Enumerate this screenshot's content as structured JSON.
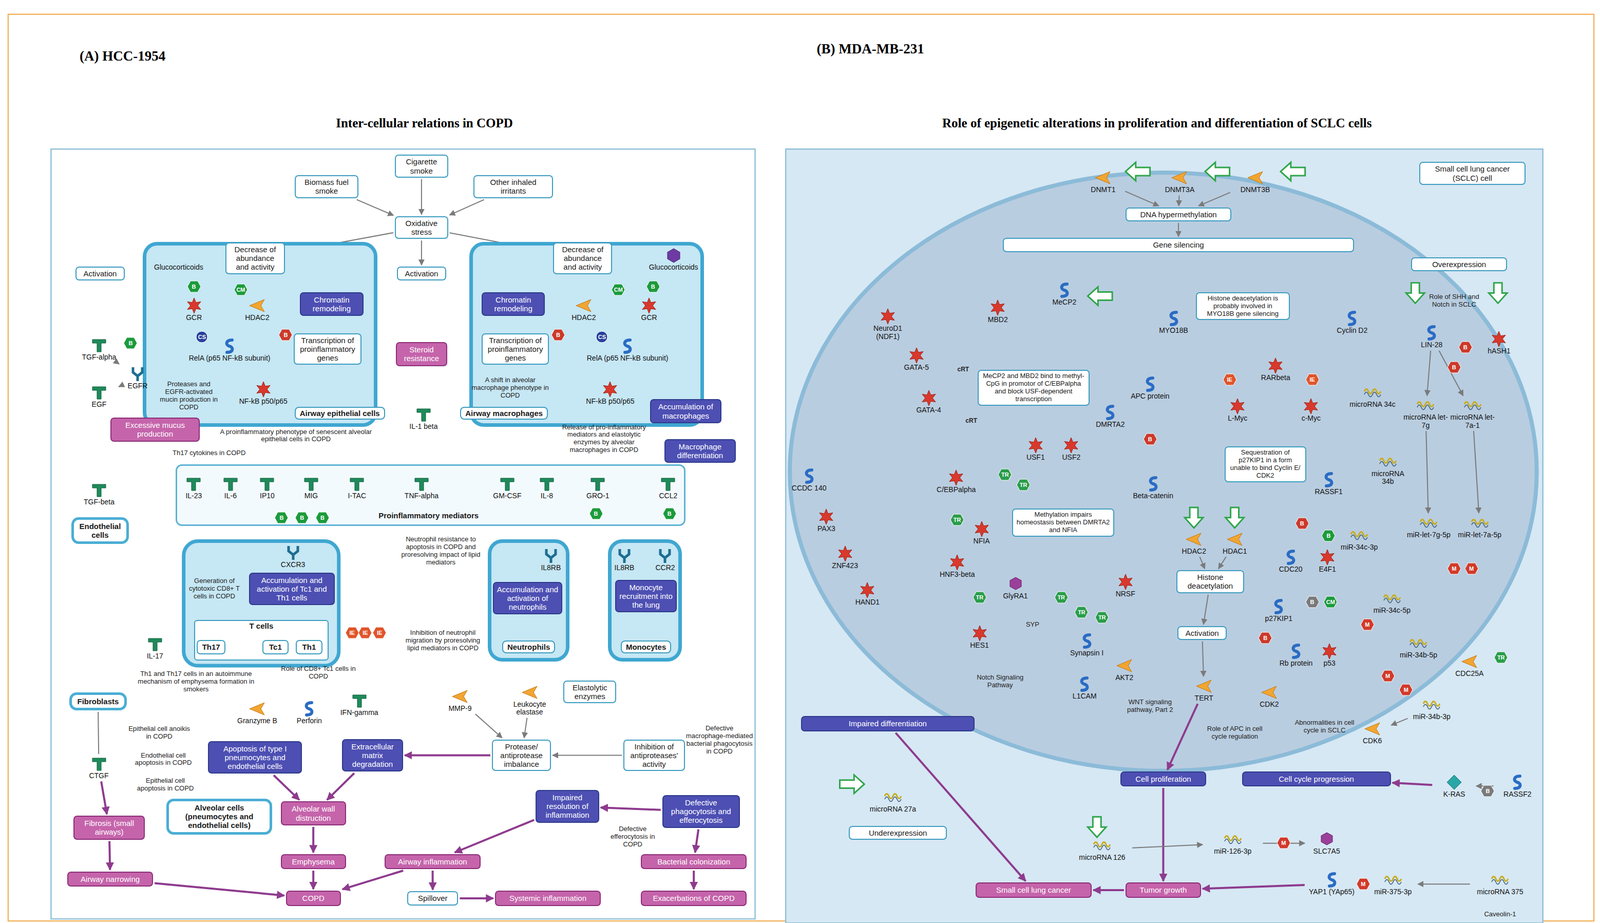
{
  "diagram": {
    "nodes": [
      {
        "text": [
          "Biomass fuel smoke"
        ]
      },
      {
        "text": [
          "Cigarette smoke"
        ]
      },
      {
        "text": [
          "Other inhaled irritants"
        ]
      },
      {
        "text": [
          "Oxidative stress"
        ]
      },
      {
        "text": [
          "Activation"
        ]
      },
      {
        "text": [
          "Activation"
        ]
      },
      {
        "text": [
          "Glucocorticoids"
        ]
      },
      {
        "text": [
          "Airway epithelial cells"
        ]
      },
      {
        "text": [
          "Decrease of abundance and activity"
        ],
        "in": 7
      },
      {
        "text": [
          "Chromatin remodeling"
        ],
        "in": 7
      },
      {
        "text": [
          "GCR"
        ],
        "in": 7
      },
      {
        "text": [
          "HDAC2"
        ],
        "in": 7
      },
      {
        "text": [
          "Transcription of proinflammatory genes"
        ],
        "in": 7
      },
      {
        "text": [
          "RelA (p65 NF-kB subunit)"
        ],
        "in": 7
      },
      {
        "text": [
          "NF-kB p50/p65"
        ],
        "in": 7
      },
      {
        "text": [
          "Proteases and EGFR-activated mucin production in COPD"
        ],
        "in": 7
      },
      {
        "text": [
          "Steroid resistance"
        ]
      },
      {
        "text": [
          "Airway macrophages"
        ]
      },
      {
        "text": [
          "Decrease of abundance and activity"
        ],
        "in": 17
      },
      {
        "text": [
          "Chromatin remodeling"
        ],
        "in": 17
      },
      {
        "text": [
          "HDAC2"
        ],
        "in": 17
      },
      {
        "text": [
          "GCR"
        ],
        "in": 17
      },
      {
        "text": [
          "Transcription of proinflammatory genes"
        ],
        "in": 17
      },
      {
        "text": [
          "RelA (p65 NF-kB subunit)"
        ],
        "in": 17
      },
      {
        "text": [
          "NF-kB p50/p65"
        ],
        "in": 17
      },
      {
        "text": [
          "Glucocorticoids"
        ]
      },
      {
        "text": [
          "TGF-alpha"
        ]
      },
      {
        "text": [
          "EGF"
        ]
      },
      {
        "text": [
          "EGFR"
        ]
      },
      {
        "text": [
          "Excessive mucus production"
        ]
      },
      {
        "text": [
          "Th17 cytokines in COPD"
        ]
      },
      {
        "text": [
          "A proinflammatory phenotype of senescent alveolar epithelial cells in COPD"
        ]
      },
      {
        "text": [
          "IL-1 beta"
        ]
      },
      {
        "text": [
          "A shift in alveolar macrophage phenotype in COPD"
        ]
      },
      {
        "text": [
          "Release of pro-inflammatory mediators and elastolytic enzymes by alveolar macrophages in COPD"
        ]
      },
      {
        "text": [
          "Accumulation of macrophages"
        ]
      },
      {
        "text": [
          "Macrophage differentiation"
        ]
      },
      {
        "text": [
          "Proinflammatory mediators"
        ]
      },
      {
        "text": [
          "IL-23"
        ],
        "in": 37
      },
      {
        "text": [
          "IL-6"
        ],
        "in": 37
      },
      {
        "text": [
          "IP10"
        ],
        "in": 37
      },
      {
        "text": [
          "MIG"
        ],
        "in": 37
      },
      {
        "text": [
          "I-TAC"
        ],
        "in": 37
      },
      {
        "text": [
          "TNF-alpha"
        ],
        "in": 37
      },
      {
        "text": [
          "GM-CSF"
        ],
        "in": 37
      },
      {
        "text": [
          "IL-8"
        ],
        "in": 37
      },
      {
        "text": [
          "GRO-1"
        ],
        "in": 37
      },
      {
        "text": [
          "CCL2"
        ],
        "in": 37
      },
      {
        "text": [
          "TGF-beta"
        ]
      },
      {
        "text": [
          "Endothelial cells"
        ]
      },
      {
        "text": [
          "T cells"
        ]
      },
      {
        "text": [
          "Th17"
        ],
        "in": 50
      },
      {
        "text": [
          "Tc1"
        ],
        "in": 50
      },
      {
        "text": [
          "Th1"
        ],
        "in": 50
      },
      {
        "text": [
          "CXCR3"
        ]
      },
      {
        "text": [
          "Generation of cytotoxic CD8+ T cells in COPD"
        ]
      },
      {
        "text": [
          "Accumulation and activation of Tc1 and Th1 cells"
        ]
      },
      {
        "text": [
          "IL-17"
        ]
      },
      {
        "text": [
          "Th1 and Th17 cells in an autoimmune mechanism of emphysema formation in smokers"
        ]
      },
      {
        "text": [
          "Role of CD8+ Tc1 cells in COPD"
        ]
      },
      {
        "text": [
          "Granzyme B"
        ]
      },
      {
        "text": [
          "Perforin"
        ]
      },
      {
        "text": [
          "IFN-gamma"
        ]
      },
      {
        "text": [
          "Neutrophil resistance to apoptosis in COPD and proresolving impact of lipid mediators"
        ]
      },
      {
        "text": [
          "Neutrophils"
        ]
      },
      {
        "text": [
          "IL8RB"
        ],
        "in": 64
      },
      {
        "text": [
          "Accumulation and activation of neutrophils"
        ],
        "in": 64
      },
      {
        "text": [
          "Monocytes"
        ]
      },
      {
        "text": [
          "IL8RB"
        ],
        "in": 67
      },
      {
        "text": [
          "CCR2"
        ],
        "in": 67
      },
      {
        "text": [
          "Monocyte recruitment into the lung"
        ],
        "in": 67
      },
      {
        "text": [
          "Inhibition of neutrophil migration by proresolving lipid mediators in COPD"
        ]
      },
      {
        "text": [
          "Fibroblasts"
        ]
      },
      {
        "text": [
          "MMP-9"
        ]
      },
      {
        "text": [
          "Leukocyte elastase"
        ]
      },
      {
        "text": [
          "Elastolytic enzymes"
        ]
      },
      {
        "text": [
          "Defective macrophage-mediated bacterial phagocytosis in COPD"
        ]
      },
      {
        "text": [
          "Epithelial cell anoikis in COPD"
        ]
      },
      {
        "text": [
          "Endothelial cell apoptosis in COPD"
        ]
      },
      {
        "text": [
          "Epithelial cell apoptosis in COPD"
        ]
      },
      {
        "text": [
          "CTGF"
        ]
      },
      {
        "text": [
          "Apoptosis of type I pneumocytes and endothelial cells"
        ]
      },
      {
        "text": [
          "Extracellular matrix degradation"
        ]
      },
      {
        "text": [
          "Protease/ antiprotease imbalance"
        ]
      },
      {
        "text": [
          "Inhibition of antiproteases' activity"
        ]
      },
      {
        "text": [
          "Alveolar cells (pneumocytes and endothelial cells)"
        ]
      },
      {
        "text": [
          "Alveolar wall distruction"
        ]
      },
      {
        "text": [
          "Impaired resolution of inflammation"
        ]
      },
      {
        "text": [
          "Defective phagocytosis and efferocytosis"
        ]
      },
      {
        "text": [
          "Defective efferocytosis in COPD"
        ]
      },
      {
        "text": [
          "Fibrosis (small airways)"
        ]
      },
      {
        "text": [
          "Airway narrowing"
        ]
      },
      {
        "text": [
          "Emphysema"
        ]
      },
      {
        "text": [
          "Airway inflammation"
        ]
      },
      {
        "text": [
          "Bacterial colonization"
        ]
      },
      {
        "text": [
          "COPD"
        ]
      },
      {
        "text": [
          "Spillover"
        ]
      },
      {
        "text": [
          "Systemic inflammation"
        ]
      },
      {
        "text": [
          "Exacerbations of COPD"
        ]
      },
      {
        "text": [
          "Small cell lung cancer (SCLC) cell"
        ]
      },
      {
        "text": [
          "DNMT1"
        ]
      },
      {
        "text": [
          "DNMT3A"
        ]
      },
      {
        "text": [
          "DNMT3B"
        ]
      },
      {
        "text": [
          "DNA hypermethylation"
        ]
      },
      {
        "text": [
          "Gene silencing"
        ]
      },
      {
        "text": [
          "Overexpression"
        ]
      },
      {
        "text": [
          "NeuroD1 (NDF1)"
        ]
      },
      {
        "text": [
          "GATA-5"
        ]
      },
      {
        "text": [
          "GATA-4"
        ]
      },
      {
        "text": [
          "MBD2"
        ]
      },
      {
        "text": [
          "MeCP2"
        ]
      },
      {
        "text": [
          "MeCP2 and MBD2 bind to methyl-CpG in promotor of C/EBPalpha and block USF-dependent transcription"
        ]
      },
      {
        "text": [
          "DMRTA2"
        ]
      },
      {
        "text": [
          "USF1"
        ]
      },
      {
        "text": [
          "USF2"
        ]
      },
      {
        "text": [
          "MYO18B"
        ]
      },
      {
        "text": [
          "Histone deacetylation is probably involved in MYO18B gene silencing"
        ]
      },
      {
        "text": [
          "APC protein"
        ]
      },
      {
        "text": [
          "Beta-catenin"
        ]
      },
      {
        "text": [
          "RARbeta"
        ]
      },
      {
        "text": [
          "L-Myc"
        ]
      },
      {
        "text": [
          "c-Myc"
        ]
      },
      {
        "text": [
          "Sequestration of p27KIP1 in a form unable to bind Cyclin E/ CDK2"
        ]
      },
      {
        "text": [
          "Cyclin D2"
        ]
      },
      {
        "text": [
          "Role of SHH and Notch in SCLC"
        ]
      },
      {
        "text": [
          "LIN-28"
        ]
      },
      {
        "text": [
          "hASH1"
        ]
      },
      {
        "text": [
          "microRNA 34c"
        ]
      },
      {
        "text": [
          "microRNA let-7g"
        ]
      },
      {
        "text": [
          "microRNA let-7a-1"
        ]
      },
      {
        "text": [
          "microRNA 34b"
        ]
      },
      {
        "text": [
          "RASSF1"
        ]
      },
      {
        "text": [
          "CCDC 140"
        ]
      },
      {
        "text": [
          "PAX3"
        ]
      },
      {
        "text": [
          "ZNF423"
        ]
      },
      {
        "text": [
          "HAND1"
        ]
      },
      {
        "text": [
          "C/EBPalpha"
        ]
      },
      {
        "text": [
          "NFIA"
        ]
      },
      {
        "text": [
          "Methylation impairs homeostasis between DMRTA2 and NFIA"
        ]
      },
      {
        "text": [
          "HNF3-beta"
        ]
      },
      {
        "text": [
          "GlyRA1"
        ]
      },
      {
        "text": [
          "NRSF"
        ]
      },
      {
        "text": [
          "SYP"
        ]
      },
      {
        "text": [
          "Synapsin I"
        ]
      },
      {
        "text": [
          "HES1"
        ]
      },
      {
        "text": [
          "Notch Signaling Pathway"
        ]
      },
      {
        "text": [
          "AKT2"
        ]
      },
      {
        "text": [
          "L1CAM"
        ]
      },
      {
        "text": [
          "WNT signaling pathway, Part 2"
        ]
      },
      {
        "text": [
          "HDAC2"
        ]
      },
      {
        "text": [
          "HDAC1"
        ]
      },
      {
        "text": [
          "Histone deacetylation"
        ]
      },
      {
        "text": [
          "Activation"
        ]
      },
      {
        "text": [
          "TERT"
        ]
      },
      {
        "text": [
          "CDC20"
        ]
      },
      {
        "text": [
          "E4F1"
        ]
      },
      {
        "text": [
          "p27KIP1"
        ]
      },
      {
        "text": [
          "Rb protein"
        ]
      },
      {
        "text": [
          "p53"
        ]
      },
      {
        "text": [
          "CDK2"
        ]
      },
      {
        "text": [
          "Role of APC in cell cycle regulation"
        ]
      },
      {
        "text": [
          "Abnormalities in cell cycle in SCLC"
        ]
      },
      {
        "text": [
          "miR-34c-3p"
        ]
      },
      {
        "text": [
          "miR-34c-5p"
        ]
      },
      {
        "text": [
          "miR-34b-5p"
        ]
      },
      {
        "text": [
          "miR-34b-3p"
        ]
      },
      {
        "text": [
          "miR-let-7g-5p"
        ]
      },
      {
        "text": [
          "miR-let-7a-5p"
        ]
      },
      {
        "text": [
          "CDC25A"
        ]
      },
      {
        "text": [
          "CDK6"
        ]
      },
      {
        "text": [
          "Impaired differentiation"
        ]
      },
      {
        "text": [
          "Cell proliferation"
        ]
      },
      {
        "text": [
          "Cell cycle progression"
        ]
      },
      {
        "text": [
          "K-RAS"
        ]
      },
      {
        "text": [
          "RASSF2"
        ]
      },
      {
        "text": [
          "microRNA 27a"
        ]
      },
      {
        "text": [
          "Underexpression"
        ]
      },
      {
        "text": [
          "microRNA 126"
        ]
      },
      {
        "text": [
          "miR-126-3p"
        ]
      },
      {
        "text": [
          "SLC7A5"
        ]
      },
      {
        "text": [
          "Small cell lung cancer"
        ]
      },
      {
        "text": [
          "Tumor growth"
        ]
      },
      {
        "text": [
          "YAP1 (YAp65)"
        ]
      },
      {
        "text": [
          "miR-375-3p"
        ]
      },
      {
        "text": [
          "microRNA 375"
        ]
      },
      {
        "text": [
          "Caveolin-1"
        ]
      }
    ],
    "edges": [
      {
        "from": 0,
        "to": 3,
        "arrow": "to"
      },
      {
        "from": 1,
        "to": 3,
        "arrow": "to"
      },
      {
        "from": 2,
        "to": 3,
        "arrow": "to"
      },
      {
        "from": 3,
        "to": 5,
        "arrow": "to"
      },
      {
        "from": 3,
        "to": 8,
        "arrow": "to"
      },
      {
        "from": 3,
        "to": 18,
        "arrow": "to"
      },
      {
        "from": 26,
        "to": 28,
        "arrow": "to"
      },
      {
        "from": 27,
        "to": 28,
        "arrow": "to"
      },
      {
        "from": 81,
        "to": 86,
        "arrow": "to"
      },
      {
        "from": 82,
        "to": 86,
        "arrow": "to"
      },
      {
        "from": 86,
        "to": 92,
        "arrow": "to"
      },
      {
        "from": 92,
        "to": 95,
        "arrow": "to"
      },
      {
        "from": 93,
        "to": 95,
        "arrow": "to"
      },
      {
        "from": 90,
        "to": 91,
        "arrow": "to"
      },
      {
        "from": 91,
        "to": 95,
        "arrow": "to"
      },
      {
        "from": 94,
        "to": 98,
        "arrow": "to"
      },
      {
        "from": 93,
        "to": 96,
        "arrow": "to"
      },
      {
        "from": 96,
        "to": 97,
        "arrow": "to"
      },
      {
        "from": 88,
        "to": 94,
        "arrow": "to"
      },
      {
        "from": 88,
        "to": 87,
        "arrow": "to"
      },
      {
        "from": 87,
        "to": 93,
        "arrow": "to"
      },
      {
        "from": 83,
        "to": 82,
        "arrow": "to"
      },
      {
        "from": 84,
        "to": 83,
        "arrow": "to"
      },
      {
        "from": 73,
        "to": 83,
        "arrow": "to"
      },
      {
        "from": 74,
        "to": 83,
        "arrow": "to"
      },
      {
        "from": 80,
        "to": 90,
        "arrow": "to"
      },
      {
        "from": 72,
        "to": 80,
        "arrow": "none"
      },
      {
        "from": 100,
        "to": 103,
        "arrow": "to"
      },
      {
        "from": 101,
        "to": 103,
        "arrow": "to"
      },
      {
        "from": 102,
        "to": 103,
        "arrow": "to"
      },
      {
        "from": 103,
        "to": 104,
        "arrow": "to"
      },
      {
        "from": 149,
        "to": 151,
        "arrow": "to"
      },
      {
        "from": 150,
        "to": 151,
        "arrow": "to"
      },
      {
        "from": 151,
        "to": 152,
        "arrow": "to"
      },
      {
        "from": 152,
        "to": 153,
        "arrow": "to"
      },
      {
        "from": 170,
        "to": 180,
        "arrow": "to"
      },
      {
        "from": 171,
        "to": 181,
        "arrow": "to"
      },
      {
        "from": 181,
        "to": 180,
        "arrow": "to"
      },
      {
        "from": 177,
        "to": 178,
        "arrow": "to"
      },
      {
        "from": 178,
        "to": 179,
        "arrow": "to"
      },
      {
        "from": 184,
        "to": 183,
        "arrow": "to"
      },
      {
        "from": 183,
        "to": 182,
        "arrow": "to"
      },
      {
        "from": 182,
        "to": 181,
        "arrow": "to"
      },
      {
        "from": 125,
        "to": 128,
        "arrow": "to"
      },
      {
        "from": 125,
        "to": 129,
        "arrow": "to"
      },
      {
        "from": 128,
        "to": 166,
        "arrow": "to"
      },
      {
        "from": 129,
        "to": 167,
        "arrow": "to"
      },
      {
        "from": 174,
        "to": 173,
        "arrow": "to"
      },
      {
        "from": 173,
        "to": 172,
        "arrow": "to"
      },
      {
        "from": 165,
        "to": 169,
        "arrow": "to"
      },
      {
        "from": 153,
        "to": 171,
        "arrow": "to"
      }
    ],
    "labels": [
      "(A) HCC-1954",
      "(B) MDA-MB-231",
      "Inter-cellular relations in COPD",
      "Role of epigenetic alterations in proliferation and differentiation of SCLC cells",
      "cRT",
      "cRT",
      "B",
      "CM",
      "B",
      "CS",
      "B",
      "CM",
      "B",
      "CS",
      "B",
      "B",
      "B",
      "B",
      "IE",
      "IE",
      "IE",
      "B",
      "B",
      "B",
      "IE",
      "IE",
      "TR",
      "TR",
      "TR",
      "TR",
      "TR",
      "TR",
      "TR",
      "B",
      "B",
      "CM",
      "B",
      "B",
      "M",
      "M",
      "M",
      "M",
      "M",
      "TR",
      "B",
      "B",
      "B",
      "M",
      "M"
    ]
  }
}
